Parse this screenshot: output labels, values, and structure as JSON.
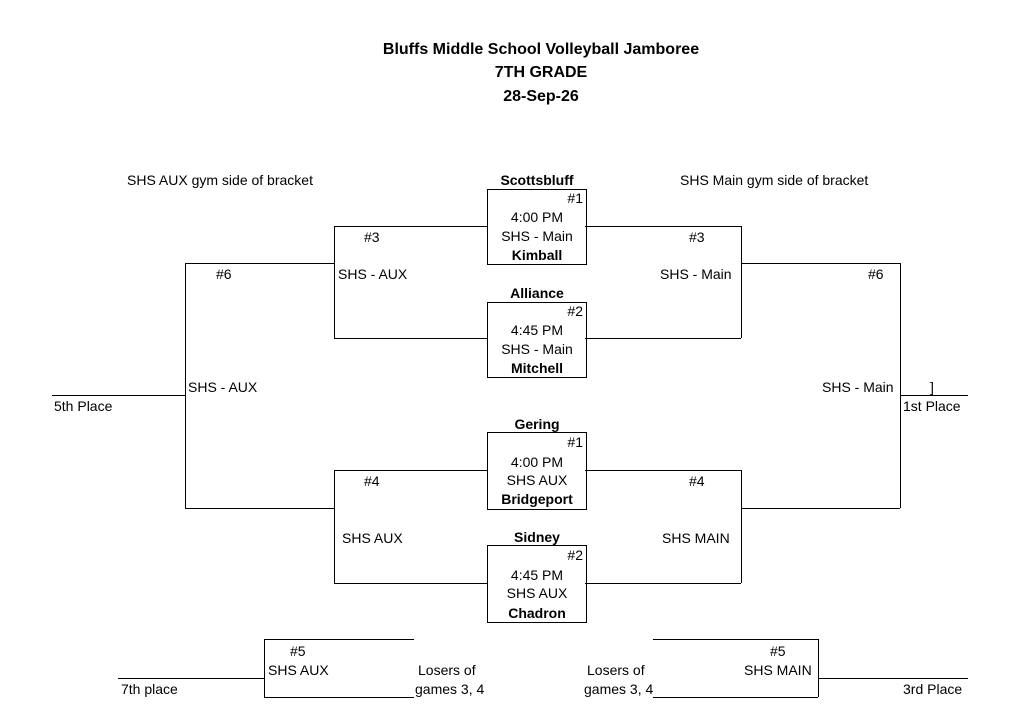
{
  "header": {
    "title": "Bluffs Middle School Volleyball Jamboree",
    "grade": "7TH GRADE",
    "date": "28-Sep-26"
  },
  "sides": {
    "left": "SHS AUX gym side of bracket",
    "right": "SHS Main gym side of bracket"
  },
  "games": {
    "g1": {
      "team_top": "Scottsbluff",
      "num": "#1",
      "time": "4:00 PM",
      "location": "SHS - Main",
      "team_bottom": "Kimball"
    },
    "g2": {
      "team_top": "Alliance",
      "num": "#2",
      "time": "4:45 PM",
      "location": "SHS - Main",
      "team_bottom": "Mitchell"
    },
    "g3": {
      "team_top": "Gering",
      "num": "#1",
      "time": "4:00 PM",
      "location": "SHS AUX",
      "team_bottom": "Bridgeport"
    },
    "g4": {
      "team_top": "Sidney",
      "num": "#2",
      "time": "4:45 PM",
      "location": "SHS AUX",
      "team_bottom": "Chadron"
    }
  },
  "left_bracket": {
    "upper_num": "#3",
    "upper_loc": "SHS - AUX",
    "lower_num": "#4",
    "lower_loc": "SHS AUX",
    "final_num": "#6",
    "final_loc": "SHS - AUX",
    "place": "5th Place"
  },
  "right_bracket": {
    "upper_num": "#3",
    "upper_loc": "SHS - Main",
    "lower_num": "#4",
    "lower_loc": "SHS MAIN",
    "final_num": "#6",
    "final_loc": "SHS - Main",
    "bracket_mark": "]",
    "place": "1st Place"
  },
  "consolation": {
    "left": {
      "num": "#5",
      "loc": "SHS AUX",
      "note_line1": "Losers of",
      "note_line2": "games 3, 4",
      "place": "7th place"
    },
    "right": {
      "num": "#5",
      "loc": "SHS MAIN",
      "note_line1": "Losers of",
      "note_line2": "games 3, 4",
      "place": "3rd Place"
    }
  }
}
